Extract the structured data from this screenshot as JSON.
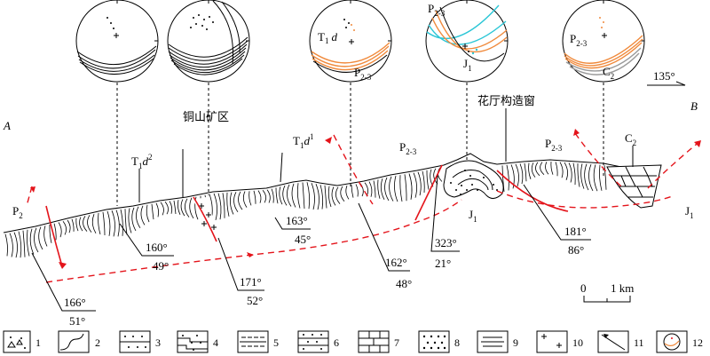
{
  "section": {
    "end_left": "A",
    "end_right": "B",
    "direction_label": "135°",
    "mine_label": "铜山矿区",
    "window_label": "花厅构造窗",
    "units": [
      {
        "base": "P",
        "sub": "2",
        "tail": ""
      },
      {
        "base": "T",
        "sub": "1",
        "tail": "d",
        "sup": "2"
      },
      {
        "base": "T",
        "sub": "1",
        "tail": "d",
        "sup": "1"
      },
      {
        "base": "P",
        "sub": "2-3",
        "tail": ""
      },
      {
        "base": "P",
        "sub": "2-3",
        "tail": ""
      },
      {
        "base": "C",
        "sub": "2",
        "tail": ""
      },
      {
        "base": "J",
        "sub": "1",
        "tail": ""
      },
      {
        "base": "J",
        "sub": "1",
        "tail": ""
      }
    ],
    "attitudes": [
      {
        "azimuth": "166°",
        "dip": "51°"
      },
      {
        "azimuth": "160°",
        "dip": "49°"
      },
      {
        "azimuth": "171°",
        "dip": "52°"
      },
      {
        "azimuth": "163°",
        "dip": "45°"
      },
      {
        "azimuth": "162°",
        "dip": "48°"
      },
      {
        "azimuth": "323°",
        "dip": "21°"
      },
      {
        "azimuth": "181°",
        "dip": "86°"
      }
    ],
    "scale": {
      "zero": "0",
      "one": "1 km"
    }
  },
  "stereonets": [
    {
      "labels": []
    },
    {
      "labels": []
    },
    {
      "labels": [
        {
          "base": "T",
          "sub": "1",
          "tail": "d"
        },
        {
          "base": "P",
          "sub": "2-3",
          "tail": ""
        }
      ]
    },
    {
      "labels": [
        {
          "base": "P",
          "sub": "2-3",
          "tail": ""
        },
        {
          "base": "J",
          "sub": "1",
          "tail": ""
        }
      ]
    },
    {
      "labels": [
        {
          "base": "P",
          "sub": "2-3",
          "tail": ""
        },
        {
          "base": "C",
          "sub": "2",
          "tail": ""
        }
      ]
    }
  ],
  "legend": [
    "1",
    "2",
    "3",
    "4",
    "5",
    "6",
    "7",
    "8",
    "9",
    "10",
    "11",
    "12"
  ],
  "colors": {
    "fault": "#e4141b",
    "great_circle_orange": "#f08a3c",
    "great_circle_cyan": "#2bc6d6",
    "great_circle_black": "#000000",
    "great_circle_grey": "#9a9a9a"
  }
}
